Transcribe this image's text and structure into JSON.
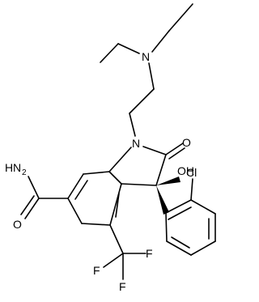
{
  "molecule": {
    "atoms": {
      "n_amine": "N",
      "n_ring": "N",
      "o_ketone": "O",
      "oh": "OH",
      "nh2_n": "N",
      "nh2_h": "H",
      "nh2_sub": "2",
      "o_amide": "O",
      "cl": "Cl",
      "f_top": "F",
      "f_left": "F",
      "f_bottom": "F"
    }
  }
}
